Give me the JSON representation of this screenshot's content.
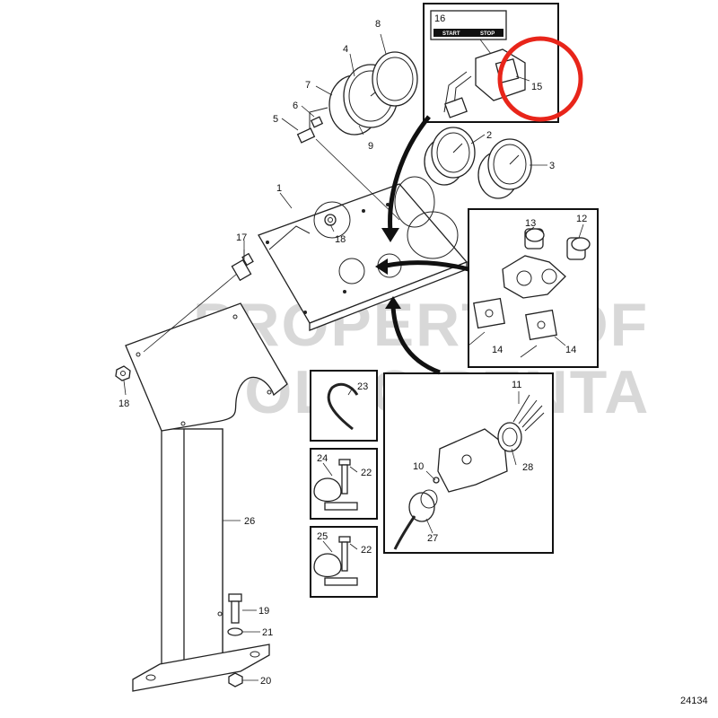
{
  "figure_id": "24134",
  "watermark": {
    "line1": "PROPERTY OF",
    "line2": "VOLVO PENTA"
  },
  "inset_panel": {
    "label_start": "START",
    "label_stop": "STOP"
  },
  "highlight_color": "#e8251a",
  "callouts": {
    "c1": "1",
    "c2": "2",
    "c3": "3",
    "c4": "4",
    "c5": "5",
    "c6": "6",
    "c7": "7",
    "c8": "8",
    "c9": "9",
    "c10": "10",
    "c11": "11",
    "c12": "12",
    "c13": "13",
    "c14a": "14",
    "c14b": "14",
    "c15": "15",
    "c16": "16",
    "c17": "17",
    "c18a": "18",
    "c18b": "18",
    "c19": "19",
    "c20": "20",
    "c21": "21",
    "c22a": "22",
    "c22b": "22",
    "c23": "23",
    "c24": "24",
    "c25": "25",
    "c26": "26",
    "c27": "27",
    "c28": "28"
  }
}
